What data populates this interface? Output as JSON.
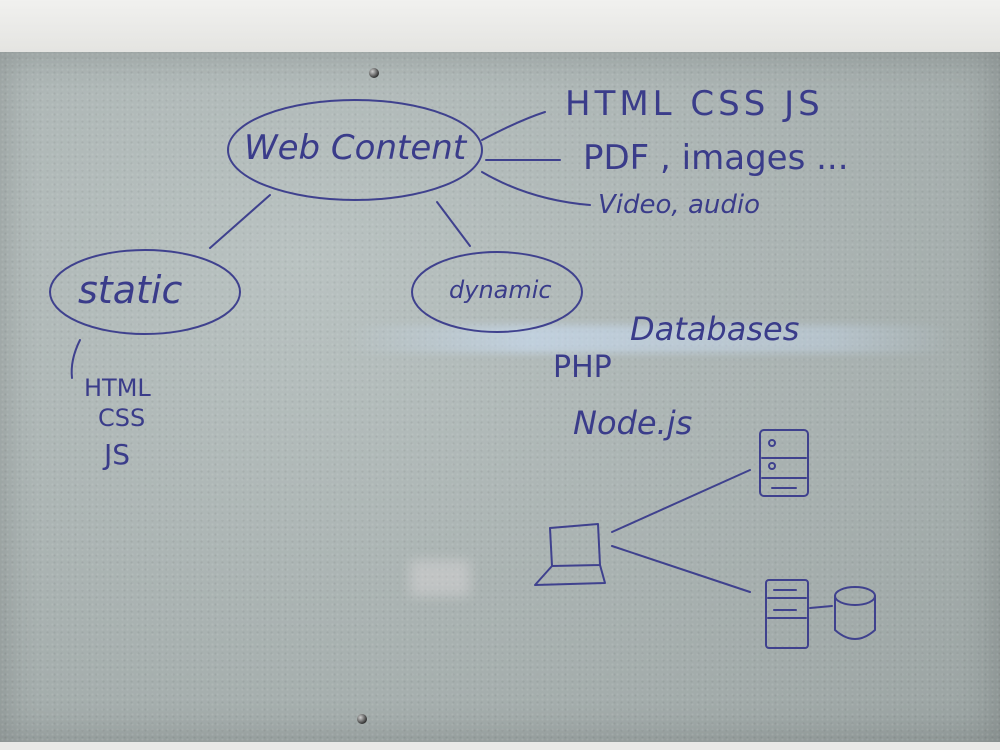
{
  "diagram": {
    "root": "Web Content",
    "content_types": [
      "HTML CSS JS",
      "PDF , images ...",
      "Video, audio"
    ],
    "static": {
      "label": "static",
      "items": [
        "HTML",
        "CSS",
        "JS"
      ]
    },
    "dynamic": {
      "label": "dynamic",
      "items": [
        "Databases",
        "PHP",
        "Node.js"
      ]
    }
  },
  "colors": {
    "ink": "#3a3c8a",
    "board": "#a9b2b1"
  }
}
